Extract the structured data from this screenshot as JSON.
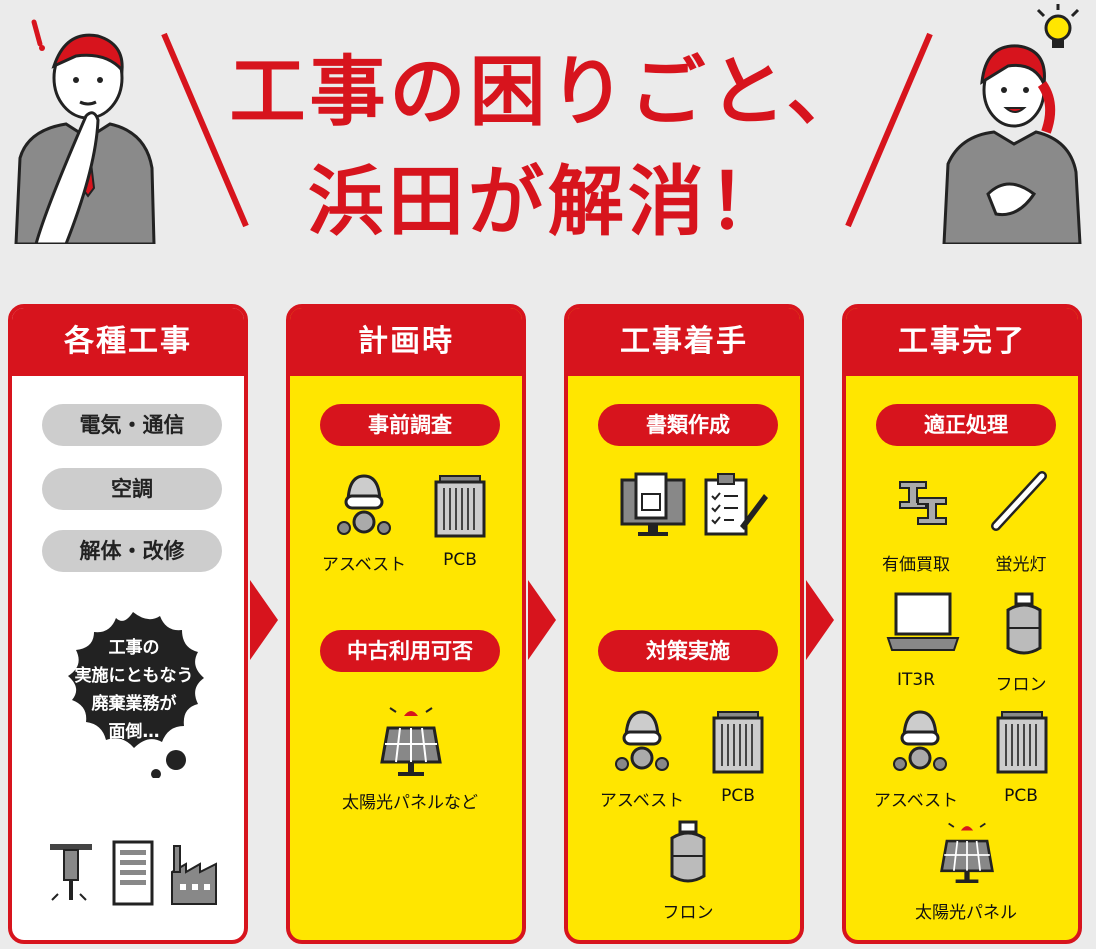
{
  "headline": {
    "line1": "工事の困りごと、",
    "line2": "浜田が解消！"
  },
  "columns": [
    {
      "title": "各種工事",
      "categories": [
        "電気・通信",
        "空調",
        "解体・改修"
      ],
      "bubble_lines": [
        "工事の",
        "実施にともなう",
        "廃棄業務が",
        "面倒…"
      ],
      "icons": [
        "jackhammer-icon",
        "building-icon",
        "factory-icon"
      ]
    },
    {
      "title": "計画時",
      "sections": [
        {
          "label": "事前調査",
          "items": [
            "アスベスト",
            "PCB"
          ]
        },
        {
          "label": "中古利用可否",
          "items": [
            "太陽光パネルなど"
          ]
        }
      ]
    },
    {
      "title": "工事着手",
      "sections": [
        {
          "label": "書類作成",
          "items": []
        },
        {
          "label": "対策実施",
          "items": [
            "アスベスト",
            "PCB",
            "フロン"
          ]
        }
      ]
    },
    {
      "title": "工事完了",
      "sections": [
        {
          "label": "適正処理",
          "items": [
            "有価買取",
            "蛍光灯",
            "IT3R",
            "フロン",
            "アスベスト",
            "PCB",
            "太陽光パネル"
          ]
        }
      ]
    }
  ],
  "colors": {
    "accent_red": "#d7141d",
    "yellow": "#ffe600",
    "background": "#ebebeb",
    "pill_grey": "#cdcdcd"
  }
}
